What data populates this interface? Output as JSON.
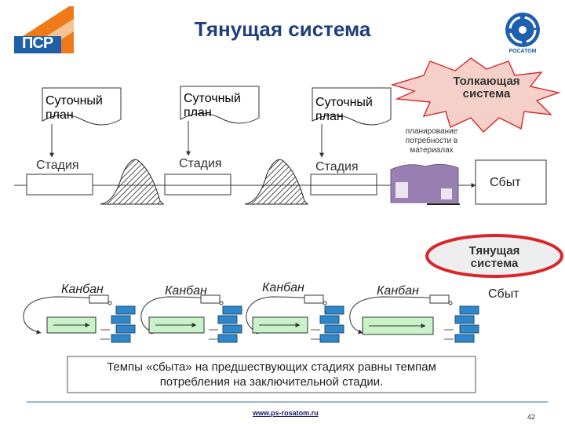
{
  "title": "Тянущая система",
  "footer": {
    "link": "www.ps-rosatom.ru",
    "page": "42"
  },
  "logos": {
    "left": "ПСР",
    "right": "РОСАТОМ"
  },
  "push": {
    "plans": [
      {
        "line1": "Суточный",
        "line2": "план"
      },
      {
        "line1": "Суточный",
        "line2": "план"
      },
      {
        "line1": "Суточный",
        "line2": "план"
      }
    ],
    "stages": [
      "Стадия",
      "Стадия",
      "Стадия"
    ],
    "label_line1": "Толкающая",
    "label_line2": "система",
    "planning_line1": "планирование",
    "planning_line2": "потребности в",
    "planning_line3": "материалах",
    "sales": "Сбыт"
  },
  "pull": {
    "label_line1": "Тянущая",
    "label_line2": "система",
    "kanbans": [
      "Канбан",
      "Канбан",
      "Канбан",
      "Канбан"
    ],
    "sales": "Сбыт"
  },
  "note_line1": "Темпы «сбыта» на предшествующих стадиях равны темпам",
  "note_line2": "потребления  на заключительной стадии.",
  "colors": {
    "title": "#1f3f7a",
    "kanban_card": "#2f86c8",
    "kanban_box": "#c9f2c9",
    "factory": "#9a7fb3",
    "pull_ellipse": "#d9262b",
    "logo_orange": "#f07a1a",
    "logo_blue": "#1e5fa8"
  }
}
